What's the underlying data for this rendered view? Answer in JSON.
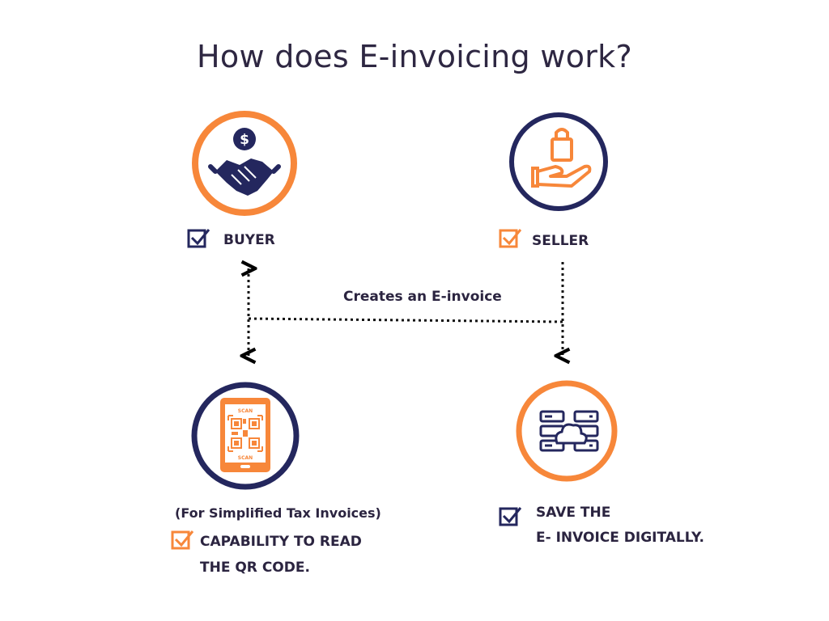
{
  "title": "How does E-invoicing work?",
  "colors": {
    "orange": "#f7873a",
    "navy": "#24275e",
    "text": "#2b2440"
  },
  "nodes": {
    "buyer": {
      "label": "BUYER",
      "icon": "handshake-dollar-icon",
      "check_color": "navy",
      "ring_color": "orange"
    },
    "seller": {
      "label": "SELLER",
      "icon": "hand-shopping-bag-icon",
      "check_color": "orange",
      "ring_color": "navy"
    },
    "qr": {
      "note": "(For Simplified Tax Invoices)",
      "label_line1": "CAPABILITY TO READ",
      "label_line2": "THE QR CODE.",
      "scan_text": "SCAN",
      "icon": "phone-qr-scan-icon",
      "check_color": "orange",
      "ring_color": "navy"
    },
    "save": {
      "label_line1": "SAVE THE",
      "label_line2": "E- INVOICE DIGITALLY.",
      "icon": "cloud-server-icon",
      "check_color": "navy",
      "ring_color": "orange"
    }
  },
  "edges": [
    {
      "from": "seller",
      "to": "save",
      "label": ""
    },
    {
      "from": "seller",
      "to": "buyer-qr-line",
      "label": "Creates an E-invoice"
    },
    {
      "from": "buyer",
      "to": "qr",
      "label": ""
    }
  ]
}
